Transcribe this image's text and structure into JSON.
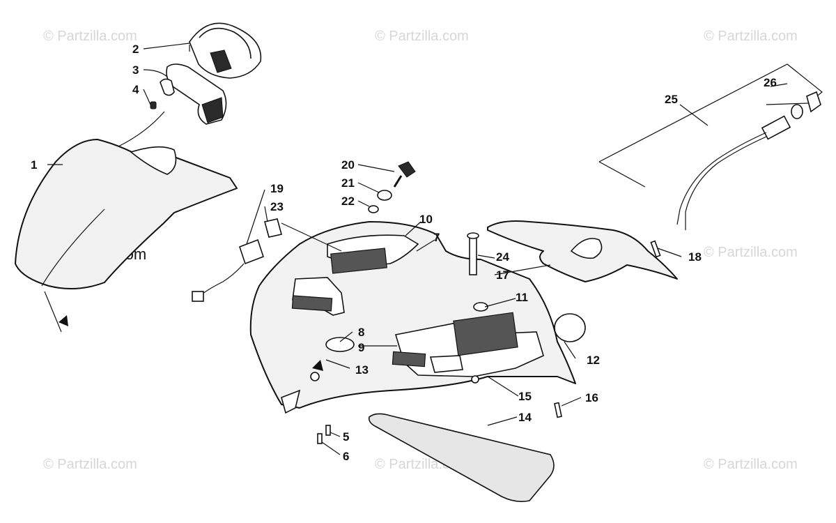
{
  "watermark_text": "© Partzilla.com",
  "colors": {
    "line": "#111111",
    "watermark": "#d6d6d6",
    "background": "#ffffff"
  },
  "callouts": {
    "c1": "1",
    "c2": "2",
    "c3": "3",
    "c4": "4",
    "c5": "5",
    "c6": "6",
    "c7": "7",
    "c8": "8",
    "c9": "9",
    "c10": "10",
    "c11": "11",
    "c12": "12",
    "c13": "13",
    "c14": "14",
    "c15": "15",
    "c16": "16",
    "c17": "17",
    "c18": "18",
    "c19": "19",
    "c20": "20",
    "c21": "21",
    "c22": "22",
    "c23": "23",
    "c24": "24",
    "c25": "25",
    "c26": "26"
  }
}
